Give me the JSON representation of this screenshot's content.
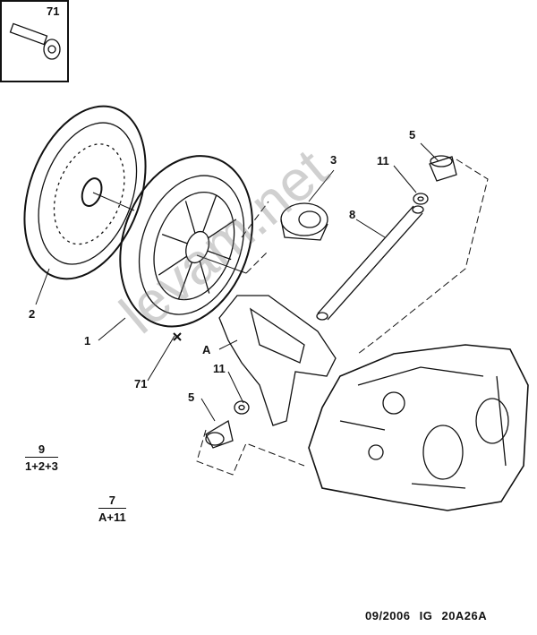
{
  "inset": {
    "ref": "71"
  },
  "callouts": {
    "bush_top": "5",
    "ring_top": "11",
    "bearing": "3",
    "shaft": "8",
    "disc": "2",
    "pressure_plate": "1",
    "fork": "A",
    "bolt": "71",
    "ring_bottom": "11",
    "bush_bottom": "5"
  },
  "sets": [
    {
      "ref": "9",
      "contents": "1+2+3"
    },
    {
      "ref": "7",
      "contents": "A+11"
    }
  ],
  "footer": {
    "date": "09/2006",
    "code": "IG 20A26A"
  },
  "watermark": "levam.net"
}
